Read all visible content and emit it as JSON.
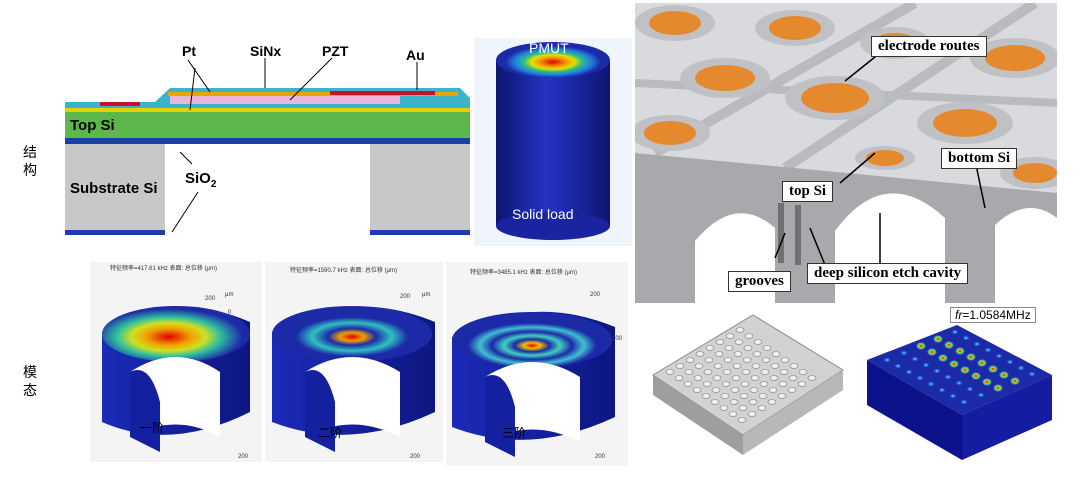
{
  "row_labels": {
    "structure": [
      "结",
      "构"
    ],
    "modes": [
      "模",
      "态"
    ]
  },
  "cross_section": {
    "pt": "Pt",
    "sinx": "SiNx",
    "pzt": "PZT",
    "au": "Au",
    "top_si": "Top Si",
    "substrate_si": "Substrate Si",
    "sio2_base": "SiO",
    "sio2_sub": "2"
  },
  "pmut_model": {
    "pmut": "PMUT",
    "solid_load": "Solid load"
  },
  "array_detail": {
    "electrode_routes": "electrode routes",
    "bottom_si": "bottom Si",
    "top_si": "top Si",
    "grooves": "grooves",
    "cavity": "deep silicon etch cavity"
  },
  "modes": [
    {
      "title": "特征频率=417.61 kHz  表面: 总位移 (μm)",
      "order": "一阶"
    },
    {
      "title": "特征频率=1590.7 kHz  表面: 总位移 (μm)",
      "order": "二阶"
    },
    {
      "title": "特征频率=3485.1 kHz  表面: 总位移 (μm)",
      "order": "三阶"
    }
  ],
  "axis_ticks": {
    "t200": "200",
    "t0": "0",
    "tm200": "-200",
    "um": "μm"
  },
  "array_sim": {
    "fr_italic": "fr",
    "fr_value": "=1.0584MHz"
  },
  "colors": {
    "top_si": "#5cb84a",
    "substrate": "#c8c8c8",
    "sio2": "#1b3fa8",
    "pzt": "#e7b6d8",
    "electrode": "#e5892f",
    "sim_blue": "#1c2aa8"
  }
}
